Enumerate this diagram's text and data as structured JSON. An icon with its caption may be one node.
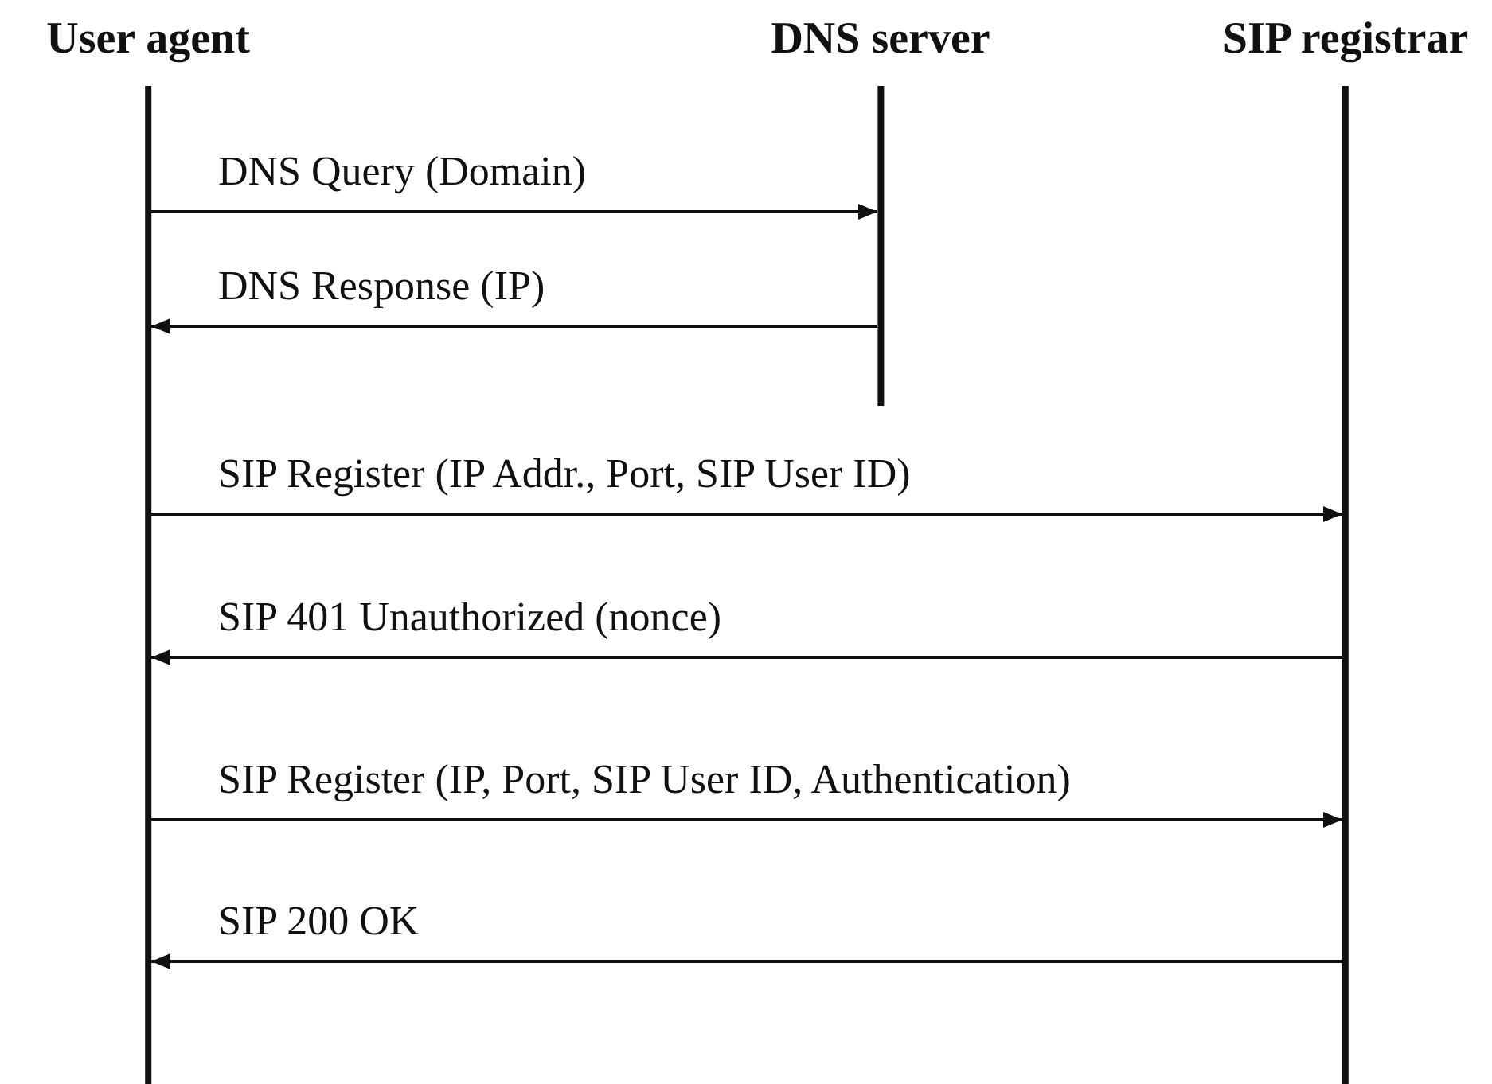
{
  "diagram": {
    "nodes": [
      {
        "text": [
          "User agent"
        ]
      },
      {
        "text": [
          "DNS server"
        ]
      },
      {
        "text": [
          "SIP registrar"
        ]
      }
    ],
    "edges": [
      {
        "from": 0,
        "to": 1,
        "arrow": "to",
        "label": "DNS Query (Domain)"
      },
      {
        "from": 1,
        "to": 0,
        "arrow": "to",
        "label": "DNS Response (IP)"
      },
      {
        "from": 0,
        "to": 2,
        "arrow": "to",
        "label": "SIP Register (IP Addr., Port, SIP User ID)"
      },
      {
        "from": 2,
        "to": 0,
        "arrow": "to",
        "label": "SIP 401 Unauthorized (nonce)"
      },
      {
        "from": 0,
        "to": 2,
        "arrow": "to",
        "label": "SIP Register (IP, Port, SIP User ID, Authentication)"
      },
      {
        "from": 2,
        "to": 0,
        "arrow": "to",
        "label": "SIP 200 OK"
      }
    ]
  }
}
